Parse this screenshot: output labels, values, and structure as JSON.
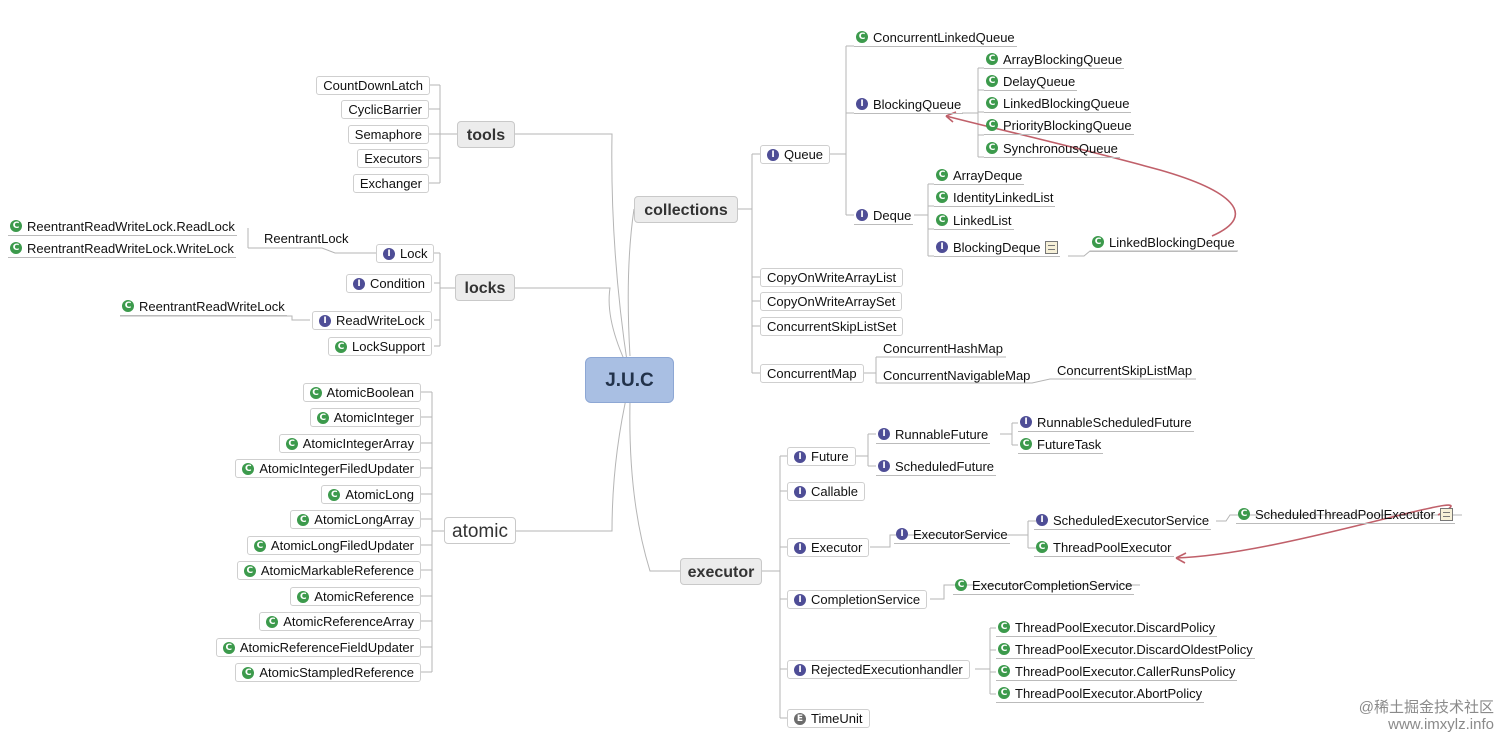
{
  "root": "J.U.C",
  "categories": {
    "tools": "tools",
    "locks": "locks",
    "atomic": "atomic",
    "collections": "collections",
    "executor": "executor"
  },
  "tools": [
    "CountDownLatch",
    "CyclicBarrier",
    "Semaphore",
    "Executors",
    "Exchanger"
  ],
  "locks": {
    "readlock": "ReentrantReadWriteLock.ReadLock",
    "writelock": "ReentrantReadWriteLock.WriteLock",
    "reentrantlock": "ReentrantLock",
    "lock": "Lock",
    "condition": "Condition",
    "rrwl": "ReentrantReadWriteLock",
    "readwritelock": "ReadWriteLock",
    "locksupport": "LockSupport"
  },
  "atomic": [
    "AtomicBoolean",
    "AtomicInteger",
    "AtomicIntegerArray",
    "AtomicIntegerFiledUpdater",
    "AtomicLong",
    "AtomicLongArray",
    "AtomicLongFiledUpdater",
    "AtomicMarkableReference",
    "AtomicReference",
    "AtomicReferenceArray",
    "AtomicReferenceFieldUpdater",
    "AtomicStampledReference"
  ],
  "collections": {
    "queue": "Queue",
    "clq": "ConcurrentLinkedQueue",
    "blockingqueue": "BlockingQueue",
    "abq": "ArrayBlockingQueue",
    "delayq": "DelayQueue",
    "lbq": "LinkedBlockingQueue",
    "pbq": "PriorityBlockingQueue",
    "syncq": "SynchronousQueue",
    "deque": "Deque",
    "arraydeque": "ArrayDeque",
    "identitylinkedlist": "IdentityLinkedList",
    "linkedlist": "LinkedList",
    "blockingdeque": "BlockingDeque",
    "lbd": "LinkedBlockingDeque",
    "cowal": "CopyOnWriteArrayList",
    "cowas": "CopyOnWriteArraySet",
    "csls": "ConcurrentSkipListSet",
    "cmap": "ConcurrentMap",
    "chm": "ConcurrentHashMap",
    "cnm": "ConcurrentNavigableMap",
    "cslm": "ConcurrentSkipListMap"
  },
  "executor": {
    "future": "Future",
    "runnablefuture": "RunnableFuture",
    "rsf": "RunnableScheduledFuture",
    "futuretask": "FutureTask",
    "scheduledfuture": "ScheduledFuture",
    "callable": "Callable",
    "executor": "Executor",
    "executorservice": "ExecutorService",
    "ses": "ScheduledExecutorService",
    "stpe": "ScheduledThreadPoolExecutor",
    "tpe": "ThreadPoolExecutor",
    "completionservice": "CompletionService",
    "ecs": "ExecutorCompletionService",
    "reh": "RejectedExecutionhandler",
    "discard": "ThreadPoolExecutor.DiscardPolicy",
    "discardoldest": "ThreadPoolExecutor.DiscardOldestPolicy",
    "callerruns": "ThreadPoolExecutor.CallerRunsPolicy",
    "abort": "ThreadPoolExecutor.AbortPolicy",
    "timeunit": "TimeUnit"
  },
  "icons": {
    "class": "C",
    "interface": "I",
    "enum": "E"
  },
  "colors": {
    "root_fill": "#a9bfe3",
    "class_icon": "#3c9a4c",
    "interface_icon": "#4e4d96",
    "arrow": "#c0606a"
  },
  "watermark": {
    "line1": "@稀土掘金技术社区",
    "line2": "www.imxylz.info"
  }
}
